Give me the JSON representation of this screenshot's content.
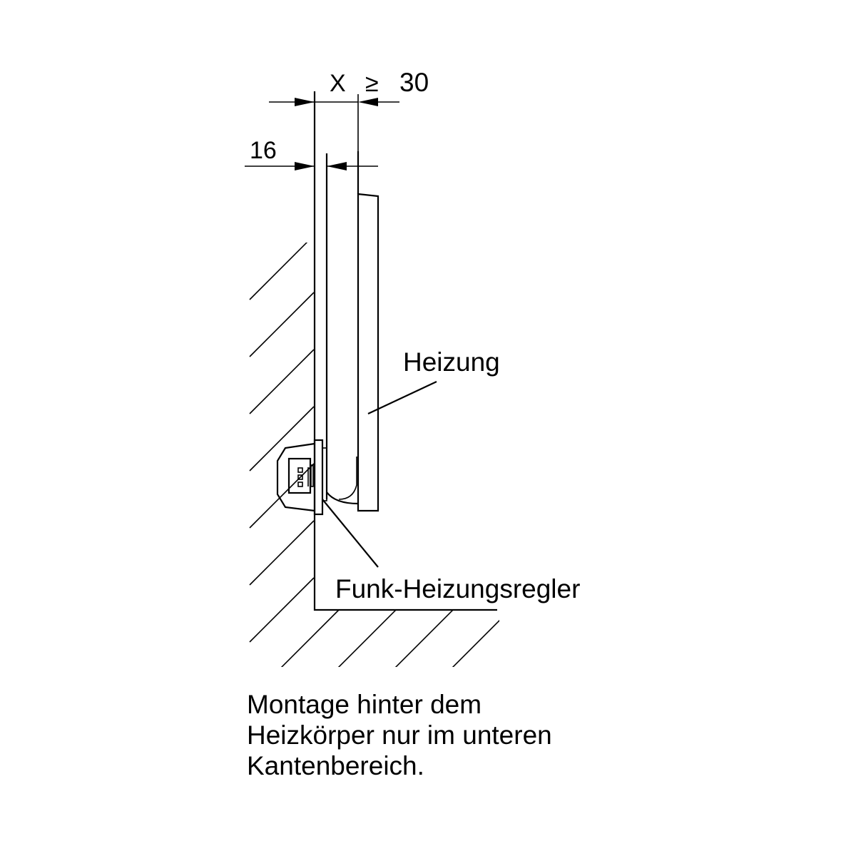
{
  "dimensions": {
    "x_symbol": "X",
    "ge_symbol": "≥",
    "x_value": "30",
    "wall_gap": "16"
  },
  "labels": {
    "radiator": "Heizung",
    "controller": "Funk-Heizungsregler"
  },
  "caption": {
    "line1": "Montage hinter dem",
    "line2": "Heizkörper nur im unteren",
    "line3": "Kantenbereich."
  }
}
